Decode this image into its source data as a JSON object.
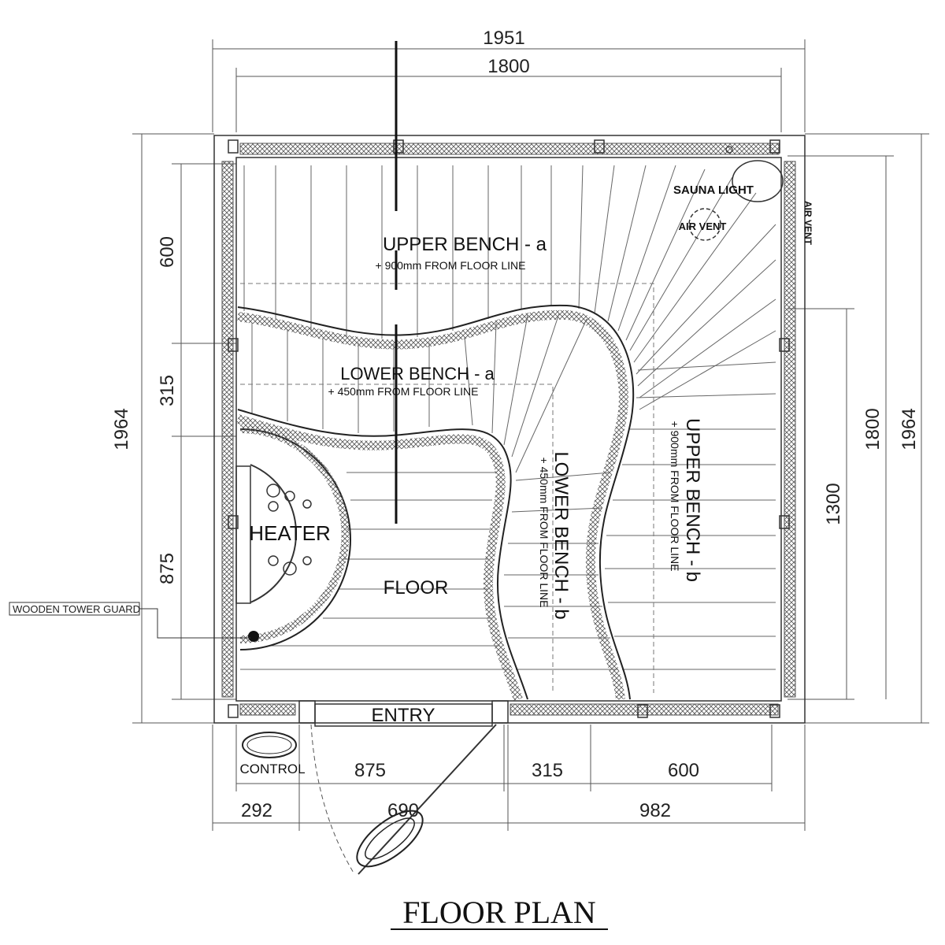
{
  "title": "FLOOR PLAN",
  "labels": {
    "upper_bench_a": "UPPER BENCH - a",
    "upper_bench_a_note": "+ 900mm FROM  FLOOR LINE",
    "lower_bench_a": "LOWER BENCH - a",
    "lower_bench_a_note": "+ 450mm FROM  FLOOR LINE",
    "upper_bench_b": "UPPER BENCH - b",
    "upper_bench_b_note": "+ 900mm FROM  FLOOR LINE",
    "lower_bench_b": "LOWER BENCH - b",
    "lower_bench_b_note": "+ 450mm FROM  FLOOR LINE",
    "heater": "HEATER",
    "floor": "FLOOR",
    "entry": "ENTRY",
    "control": "CONTROL",
    "sauna_light": "SAUNA LIGHT",
    "air_vent_circle": "AIR VENT",
    "air_vent_wall": "AIR VENT",
    "wooden_tower_guard": "WOODEN TOWER GUARD"
  },
  "dimensions": {
    "top_overall": "1951",
    "top_inner": "1800",
    "left_overall": "1964",
    "left_600": "600",
    "left_315": "315",
    "left_875": "875",
    "right_1300": "1300",
    "right_1800": "1800",
    "right_1964": "1964",
    "bottom_875": "875",
    "bottom_315": "315",
    "bottom_600": "600",
    "bottom_292": "292",
    "bottom_690": "690",
    "bottom_982": "982"
  }
}
